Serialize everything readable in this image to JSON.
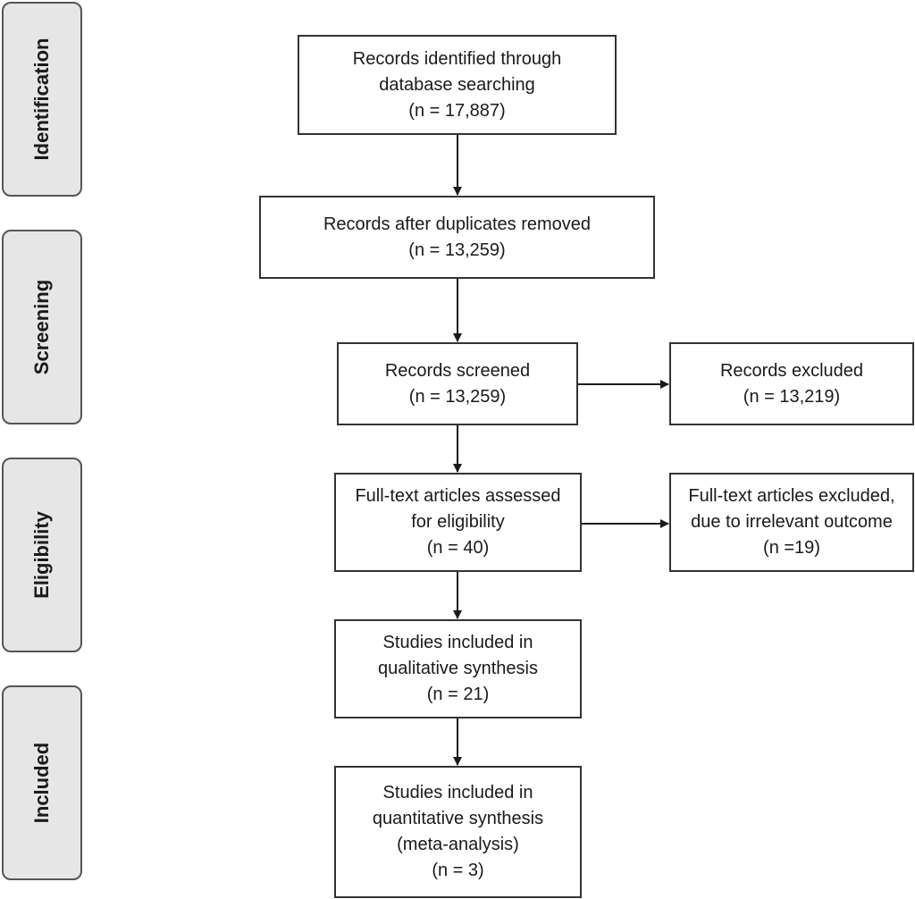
{
  "stages": [
    {
      "id": "identification",
      "label": "Identification"
    },
    {
      "id": "screening",
      "label": "Screening"
    },
    {
      "id": "eligibility",
      "label": "Eligibility"
    },
    {
      "id": "included",
      "label": "Included"
    }
  ],
  "boxes": {
    "identified": {
      "lines": [
        "Records identified through",
        "database searching",
        "(n =  17,887)"
      ]
    },
    "after_duplicates": {
      "lines": [
        "Records after duplicates removed",
        "(n = 13,259)"
      ]
    },
    "screened": {
      "lines": [
        "Records screened",
        "(n = 13,259)"
      ]
    },
    "excluded": {
      "lines": [
        "Records excluded",
        "(n =  13,219)"
      ]
    },
    "fulltext_assessed": {
      "lines": [
        "Full-text articles assessed",
        "for eligibility",
        "(n = 40)"
      ]
    },
    "fulltext_excluded": {
      "lines": [
        "Full-text articles excluded,",
        "due to irrelevant outcome",
        "(n =19)"
      ]
    },
    "qualitative": {
      "lines": [
        "Studies included in",
        "qualitative synthesis",
        "(n = 21)"
      ]
    },
    "quantitative": {
      "lines": [
        "Studies included in",
        "quantitative synthesis",
        "(meta-analysis)",
        "(n = 3)"
      ]
    }
  }
}
